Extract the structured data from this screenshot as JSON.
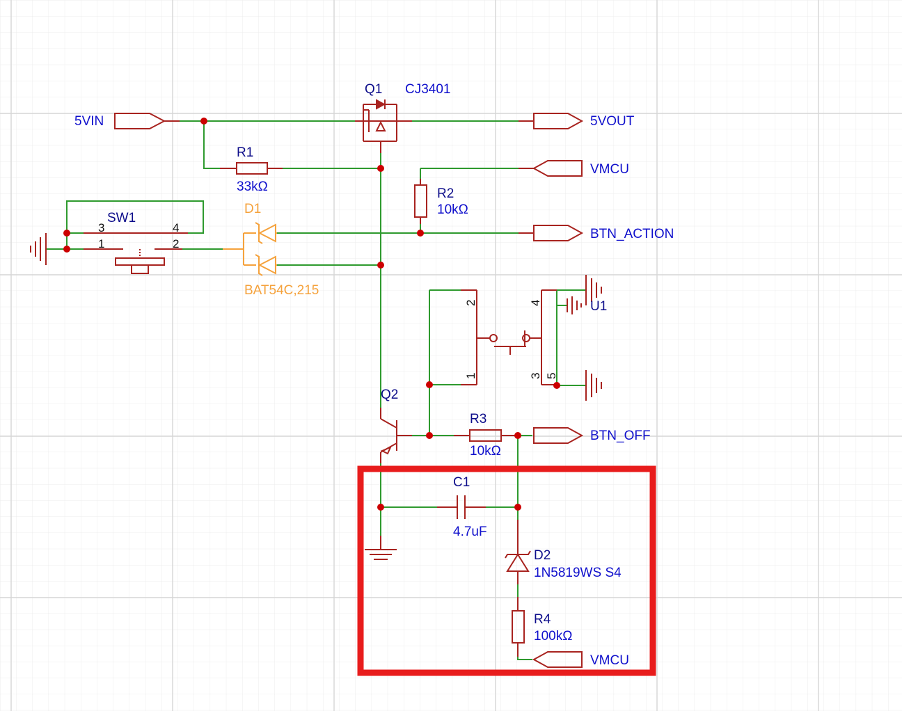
{
  "colors": {
    "wire": "#2e9a2e",
    "symbol": "#a8231f",
    "text_blue": "#1010cc",
    "text_dark": "#0d0d8a",
    "d1": "#f5a23c",
    "junction": "#cc0000",
    "highlight": "#e81c1c",
    "grid_minor": "#ebebeb",
    "grid_major": "#d8d8d8"
  },
  "ports": {
    "vin": "5VIN",
    "vout": "5VOUT",
    "vmcu_top": "VMCU",
    "btn_action": "BTN_ACTION",
    "btn_off": "BTN_OFF",
    "vmcu_bottom": "VMCU"
  },
  "components": {
    "q1": {
      "ref": "Q1",
      "value": "CJ3401"
    },
    "q2": {
      "ref": "Q2"
    },
    "r1": {
      "ref": "R1",
      "value": "33kΩ"
    },
    "r2": {
      "ref": "R2",
      "value": "10kΩ"
    },
    "r3": {
      "ref": "R3",
      "value": "10kΩ"
    },
    "r4": {
      "ref": "R4",
      "value": "100kΩ"
    },
    "c1": {
      "ref": "C1",
      "value": "4.7uF"
    },
    "d1": {
      "ref": "D1",
      "value": "BAT54C,215"
    },
    "d2": {
      "ref": "D2",
      "value": "1N5819WS S4"
    },
    "sw1": {
      "ref": "SW1",
      "pins": [
        "3",
        "4",
        "1",
        "2"
      ]
    },
    "u1": {
      "ref": "U1",
      "pins": [
        "2",
        "4",
        "1",
        "3",
        "5"
      ]
    }
  }
}
